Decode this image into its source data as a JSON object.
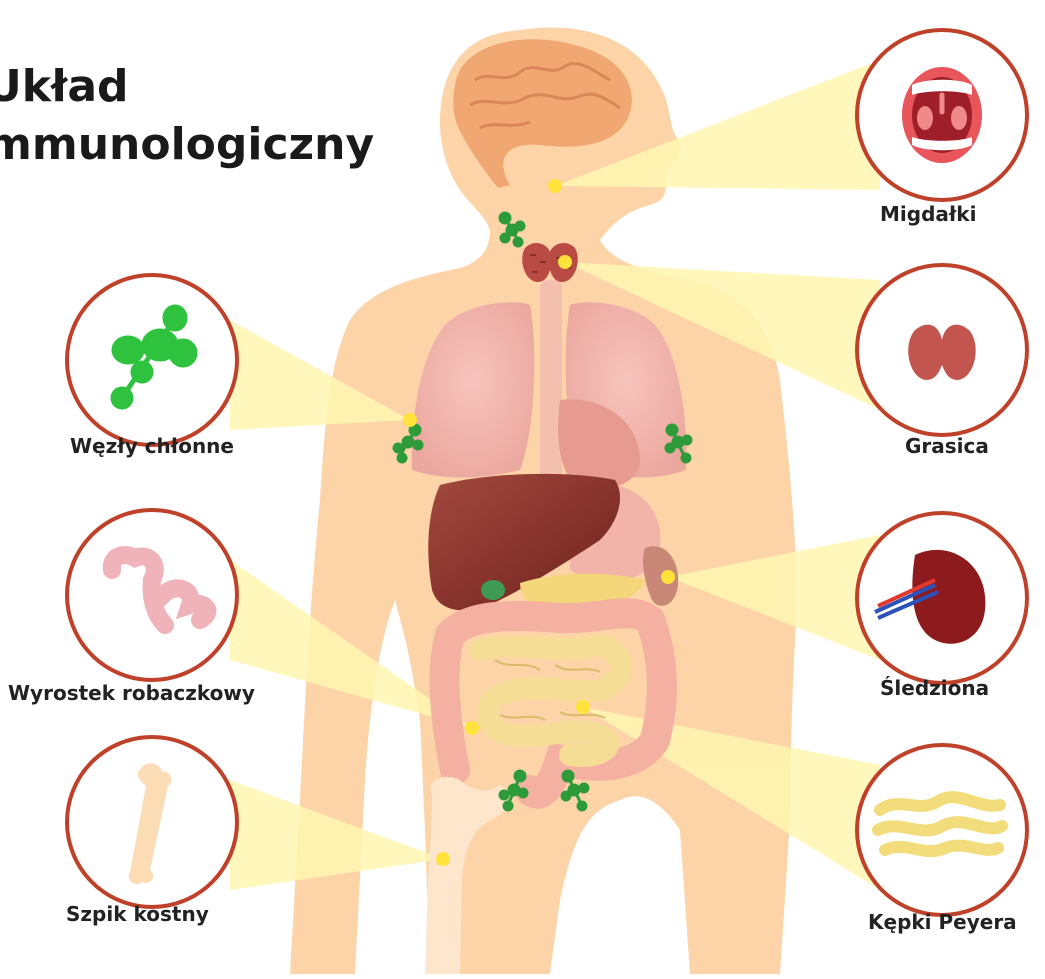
{
  "title": {
    "line1": "Układ",
    "line2": "mmunologiczny"
  },
  "labels": {
    "tonsils": "Migdałki",
    "thymus": "Grasica",
    "spleen": "Śledziona",
    "peyer": "Kępki Peyera",
    "lymph_nodes": "Węzły chłonne",
    "appendix": "Wyrostek robaczkowy",
    "marrow": "Szpik kostny"
  },
  "colors": {
    "body": "#fcd4a8",
    "circle_border": "#c0412a",
    "beam": "#fff6b0",
    "lymph": "#2e9b3a",
    "dot": "#ffe23a"
  }
}
